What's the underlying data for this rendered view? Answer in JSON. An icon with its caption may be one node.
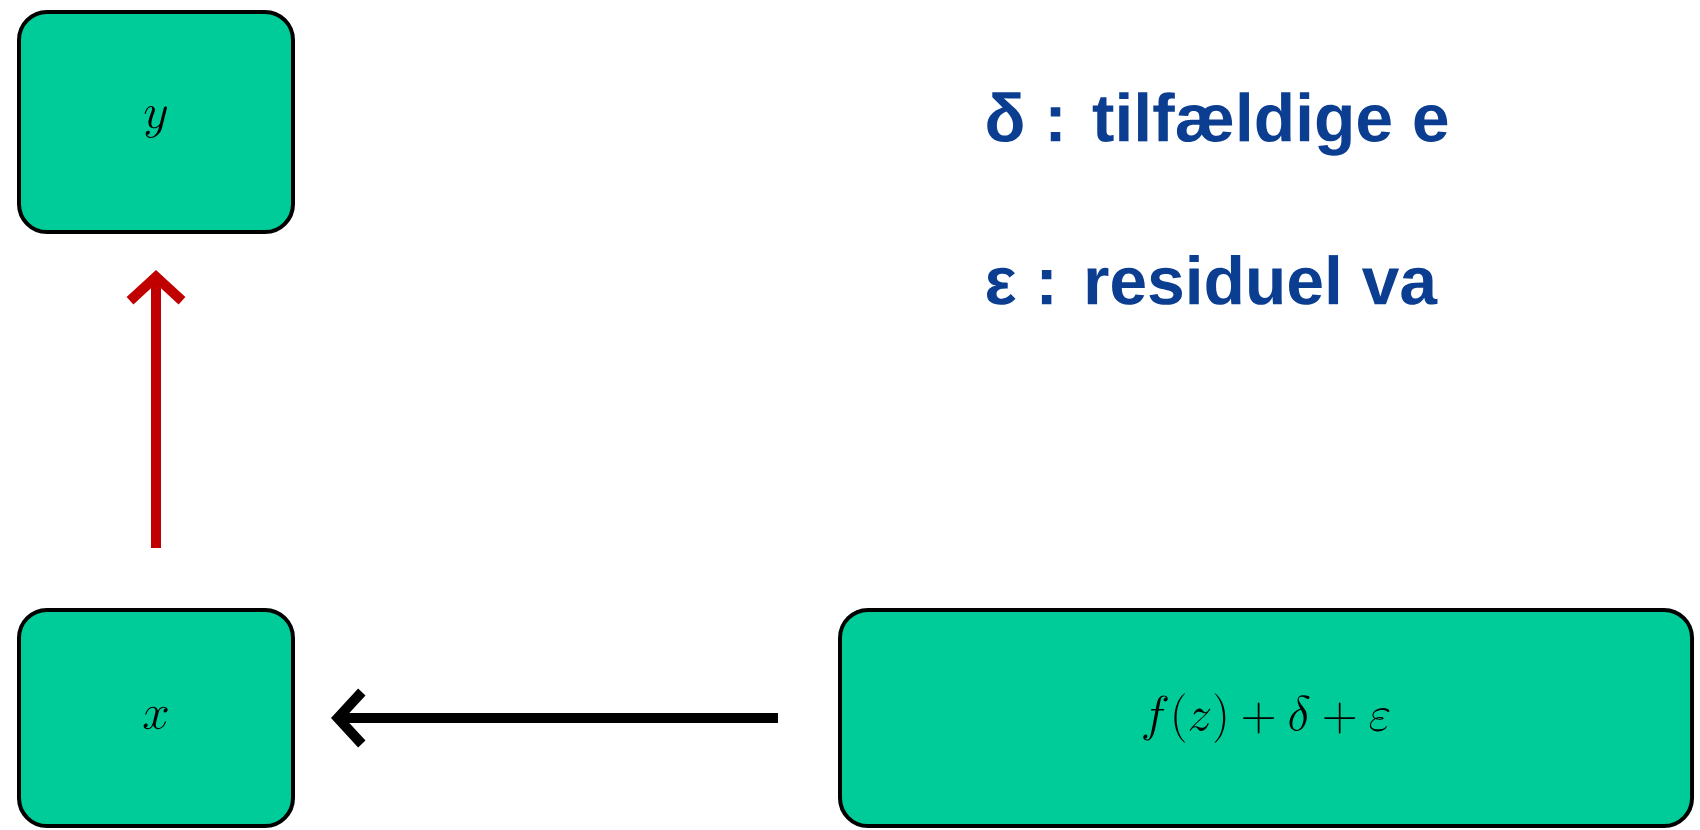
{
  "diagram": {
    "nodes": [
      {
        "text": [
          "y"
        ]
      },
      {
        "text": [
          "x"
        ]
      },
      {
        "text": [
          "f(z)+\\delta+\\varepsilon"
        ]
      }
    ],
    "edges": [
      {
        "from": 1,
        "to": 0,
        "arrow": "to",
        "color": "#c00000"
      },
      {
        "from": 2,
        "to": 1,
        "arrow": "to",
        "color": "#000000"
      }
    ],
    "labels": [
      "δ : tilfældige e",
      "ε : residuel va"
    ]
  }
}
